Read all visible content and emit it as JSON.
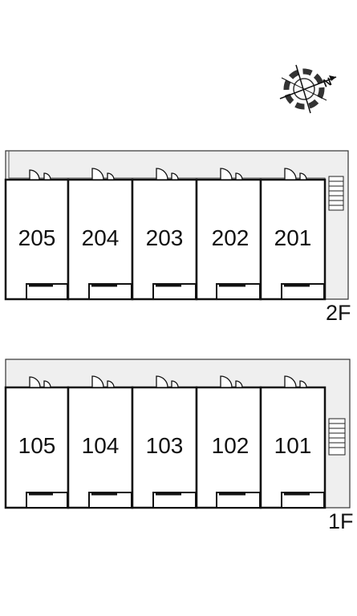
{
  "compass": {
    "label": "N",
    "icon": "north-arrow-icon"
  },
  "colors": {
    "corridor": "#efefef",
    "wall": "#111111",
    "room": "#ffffff"
  },
  "floors": [
    {
      "label": "2F",
      "rooms": [
        "205",
        "204",
        "203",
        "202",
        "201"
      ]
    },
    {
      "label": "1F",
      "rooms": [
        "105",
        "104",
        "103",
        "102",
        "101"
      ]
    }
  ]
}
